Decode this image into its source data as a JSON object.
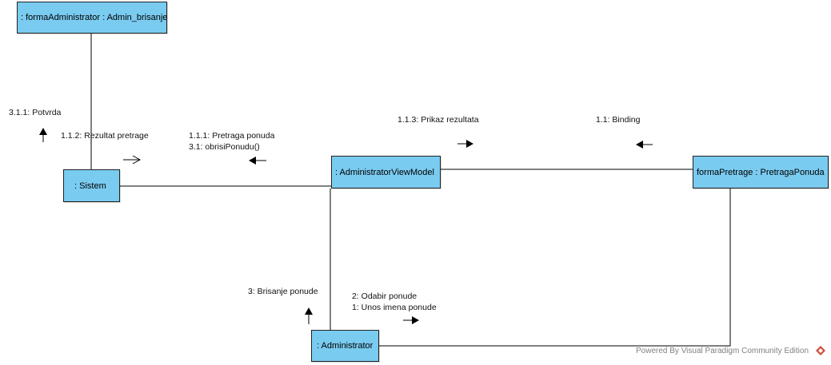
{
  "objects": {
    "form_admin": ": formaAdministrator : Admin_brisanje",
    "sistem": ": Sistem",
    "admin_vm": ": AdministratorViewModel",
    "forma_pretrage": "formaPretrage : PretragaPonuda",
    "administrator": ": Administrator"
  },
  "messages": {
    "potvrda": "3.1.1: Potvrda",
    "rezultat": "1.1.2: Rezultat pretrage",
    "pretraga_1": "1.1.1: Pretraga ponuda",
    "pretraga_2": "3.1: obrisiPonudu()",
    "prikaz": "1.1.3: Prikaz rezultata",
    "binding": "1.1: Binding",
    "brisanje": "3: Brisanje ponude",
    "odabir_1": "2: Odabir ponude",
    "odabir_2": "1:  Unos imena ponude"
  },
  "watermark": "Powered By  Visual Paradigm Community Edition",
  "colors": {
    "object_fill": "#7acbf0",
    "line": "#000000"
  }
}
